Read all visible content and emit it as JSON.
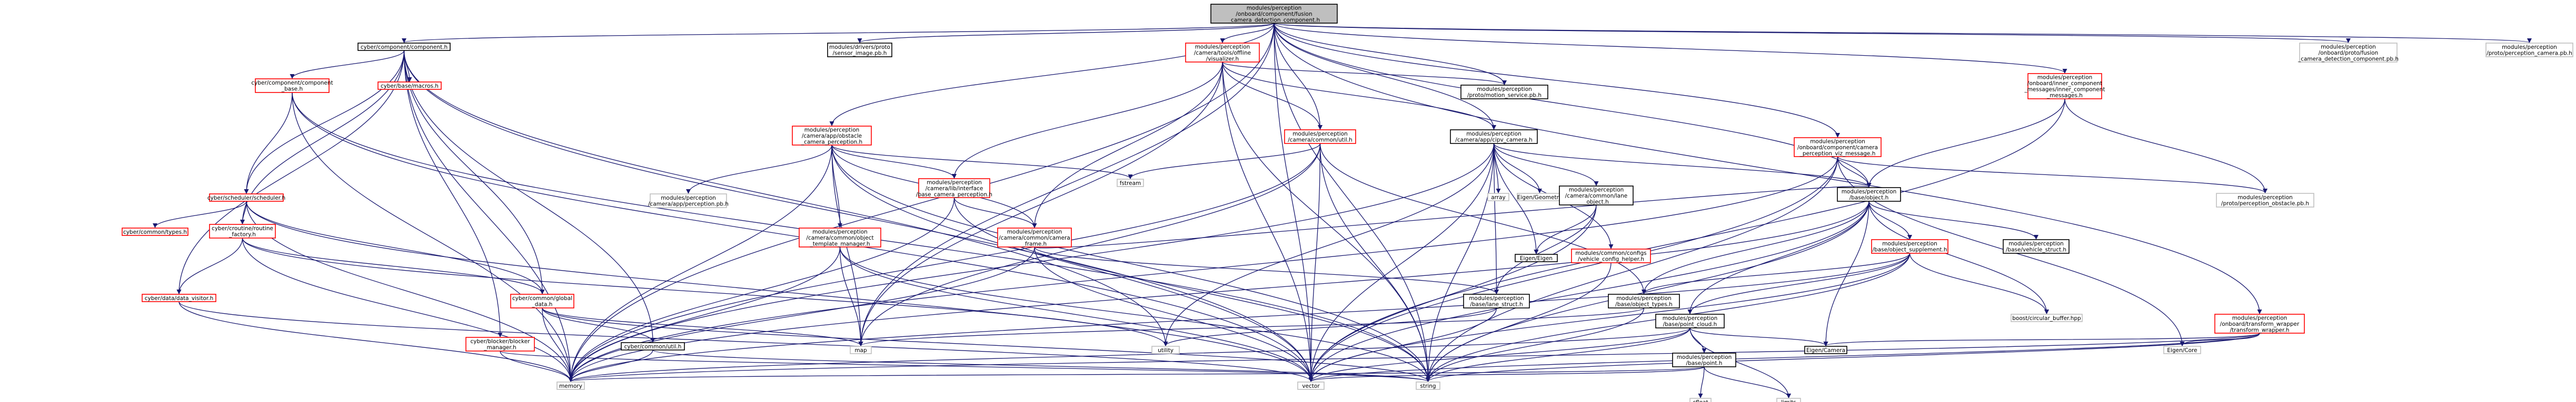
{
  "colors": {
    "edge": "#191970",
    "documented": "#000000",
    "undocumented": "#ff0000",
    "external": "#bfbfbf",
    "root_fill": "#bfbfbf"
  },
  "nodes": {
    "root": {
      "lines": [
        "modules/perception",
        "/onboard/component/fusion",
        "_camera_detection_component.h"
      ]
    },
    "cyber_component": {
      "lines": [
        "cyber/component/component.h"
      ]
    },
    "drivers_sensor_image": {
      "lines": [
        "modules/drivers/proto",
        "/sensor_image.pb.h"
      ]
    },
    "camera_tools_visualizer": {
      "lines": [
        "modules/perception",
        "/camera/tools/offline",
        "/visualizer.h"
      ]
    },
    "motion_service": {
      "lines": [
        "modules/perception",
        "/proto/motion_service.pb.h"
      ]
    },
    "inner_component_messages": {
      "lines": [
        "modules/perception",
        "/onboard/inner_component",
        "_messages/inner_component",
        "_messages.h"
      ]
    },
    "fusion_camera_component_pb": {
      "lines": [
        "modules/perception",
        "/onboard/proto/fusion",
        "_camera_detection_component.pb.h"
      ]
    },
    "perception_camera_pb": {
      "lines": [
        "modules/perception",
        "/proto/perception_camera.pb.h"
      ]
    },
    "component_base": {
      "lines": [
        "cyber/component/component",
        "_base.h"
      ]
    },
    "cyber_macros": {
      "lines": [
        "cyber/base/macros.h"
      ]
    },
    "obstacle_camera_perception": {
      "lines": [
        "modules/perception",
        "/camera/app/obstacle",
        "_camera_perception.h"
      ]
    },
    "camera_common_util": {
      "lines": [
        "modules/perception",
        "/camera/common/util.h"
      ]
    },
    "cipv_camera": {
      "lines": [
        "modules/perception",
        "/camera/app/cipv_camera.h"
      ]
    },
    "camera_perception_viz_message": {
      "lines": [
        "modules/perception",
        "/onboard/component/camera",
        "_perception_viz_message.h"
      ]
    },
    "base_camera_perception": {
      "lines": [
        "modules/perception",
        "/camera/lib/interface",
        "/base_camera_perception.h"
      ]
    },
    "fstream": {
      "lines": [
        "fstream"
      ]
    },
    "scheduler": {
      "lines": [
        "cyber/scheduler/scheduler.h"
      ]
    },
    "base_object": {
      "lines": [
        "modules/perception",
        "/base/object.h"
      ]
    },
    "camera_pb": {
      "lines": [
        "modules/perception",
        "/camera/app/perception.pb.h"
      ]
    },
    "array": {
      "lines": [
        "array"
      ]
    },
    "eigen_geometry": {
      "lines": [
        "Eigen/Geometry"
      ]
    },
    "lane_object": {
      "lines": [
        "modules/perception",
        "/camera/common/lane",
        "_object.h"
      ]
    },
    "perception_obstacle_pb": {
      "lines": [
        "modules/perception",
        "/proto/perception_obstacle.pb.h"
      ]
    },
    "cyber_types": {
      "lines": [
        "cyber/common/types.h"
      ]
    },
    "routine_factory": {
      "lines": [
        "cyber/croutine/routine",
        "_factory.h"
      ]
    },
    "object_template_manager": {
      "lines": [
        "modules/perception",
        "/camera/common/object",
        "_template_manager.h"
      ]
    },
    "camera_frame": {
      "lines": [
        "modules/perception",
        "/camera/common/camera",
        "_frame.h"
      ]
    },
    "object_supplement": {
      "lines": [
        "modules/perception",
        "/base/object_supplement.h"
      ]
    },
    "vehicle_struct": {
      "lines": [
        "modules/perception",
        "/base/vehicle_struct.h"
      ]
    },
    "eigen_eigen": {
      "lines": [
        "Eigen/Eigen"
      ]
    },
    "config_helper": {
      "lines": [
        "modules/common/configs",
        "/vehicle_config_helper.h"
      ]
    },
    "data_visitor": {
      "lines": [
        "cyber/data/data_visitor.h"
      ]
    },
    "global_data": {
      "lines": [
        "cyber/common/global",
        "_data.h"
      ]
    },
    "lane_struct": {
      "lines": [
        "modules/perception",
        "/base/lane_struct.h"
      ]
    },
    "object_types": {
      "lines": [
        "modules/perception",
        "/base/object_types.h"
      ]
    },
    "point_cloud": {
      "lines": [
        "modules/perception",
        "/base/point_cloud.h"
      ]
    },
    "boost_circular_buffer": {
      "lines": [
        "boost/circular_buffer.hpp"
      ]
    },
    "transform_wrapper": {
      "lines": [
        "modules/perception",
        "/onboard/transform_wrapper",
        "/transform_wrapper.h"
      ]
    },
    "blocker_manager": {
      "lines": [
        "cyber/blocker/blocker",
        "_manager.h"
      ]
    },
    "cyber_util": {
      "lines": [
        "cyber/common/util.h"
      ]
    },
    "map": {
      "lines": [
        "map"
      ]
    },
    "utility": {
      "lines": [
        "utility"
      ]
    },
    "eigen_camera": {
      "lines": [
        "Eigen/Camera"
      ]
    },
    "eigen_core": {
      "lines": [
        "Eigen/Core"
      ]
    },
    "base_point": {
      "lines": [
        "modules/perception",
        "/base/point.h"
      ]
    },
    "memory": {
      "lines": [
        "memory"
      ]
    },
    "vector": {
      "lines": [
        "vector"
      ]
    },
    "string": {
      "lines": [
        "string"
      ]
    },
    "cfloat": {
      "lines": [
        "cfloat"
      ]
    },
    "limits": {
      "lines": [
        "limits"
      ]
    }
  }
}
